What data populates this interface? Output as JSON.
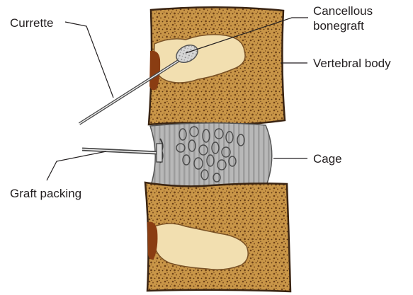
{
  "labels": {
    "currette": "Currette",
    "cancellous_line1": "Cancellous",
    "cancellous_line2": "bonegraft",
    "vertebral_body": "Vertebral body",
    "cage": "Cage",
    "graft_packing": "Graft packing"
  },
  "colors": {
    "bone_fill": "#c99648",
    "bone_speckle": "#6e4217",
    "bone_outline": "#3a2412",
    "graft_fill": "#f2dfb0",
    "endplate": "#8a3d12",
    "cage_fill": "#b8b8b8",
    "cage_stripe": "#9a9a9a",
    "leader_line": "#231f20"
  }
}
